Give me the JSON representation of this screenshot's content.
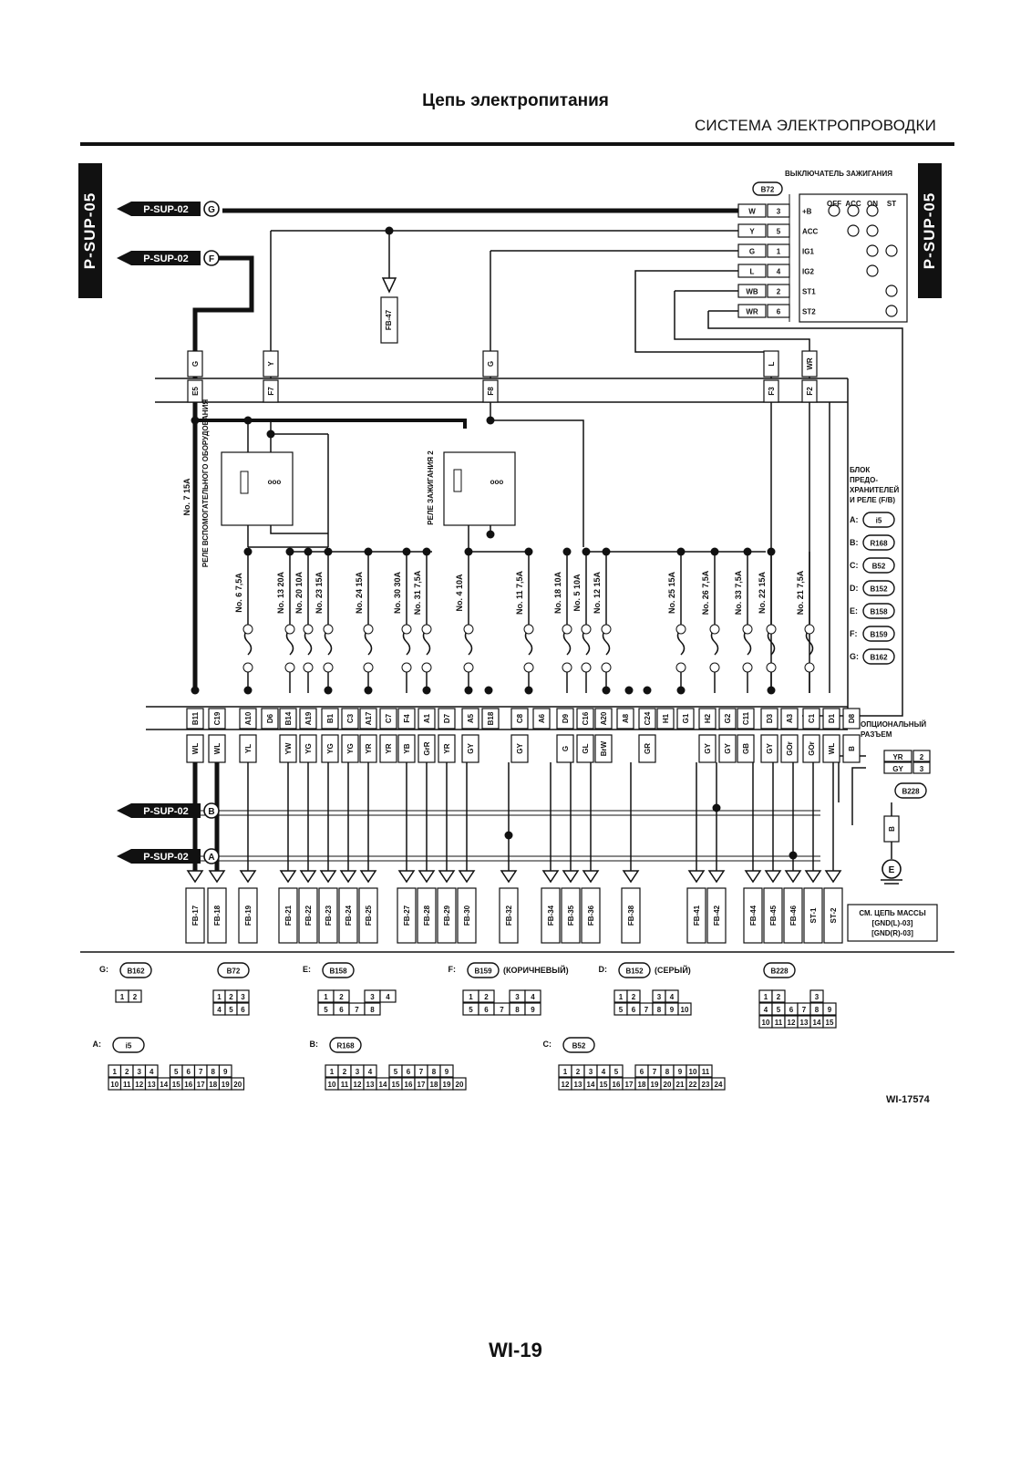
{
  "header": {
    "title": "Цепь электропитания",
    "subtitle": "СИСТЕМА ЭЛЕКТРОПРОВОДКИ"
  },
  "side_tab": "P-SUP-05",
  "page_number": "WI-19",
  "figure_id": "WI-17574",
  "inputs": {
    "g": "P-SUP-02",
    "f": "P-SUP-02",
    "b": "P-SUP-02",
    "a": "P-SUP-02"
  },
  "input_letters": {
    "g": "G",
    "f": "F",
    "b": "B",
    "a": "A"
  },
  "fb47": "FB-47",
  "ignition_switch": {
    "title": "ВЫКЛЮЧАТЕЛЬ ЗАЖИГАНИЯ",
    "connector": "B72",
    "columns": [
      "OFF",
      "ACC",
      "ON",
      "ST"
    ],
    "rows": [
      {
        "color": "W",
        "pin": "3",
        "term": "+B"
      },
      {
        "color": "Y",
        "pin": "5",
        "term": "ACC"
      },
      {
        "color": "G",
        "pin": "1",
        "term": "IG1"
      },
      {
        "color": "L",
        "pin": "4",
        "term": "IG2"
      },
      {
        "color": "WB",
        "pin": "2",
        "term": "ST1"
      },
      {
        "color": "WR",
        "pin": "6",
        "term": "ST2"
      }
    ]
  },
  "top_pins": [
    {
      "color": "G",
      "pin": "E5"
    },
    {
      "color": "Y",
      "pin": "F7"
    },
    {
      "color": "G",
      "pin": "F8"
    },
    {
      "color": "L",
      "pin": "F3"
    },
    {
      "color": "WR",
      "pin": "F2"
    }
  ],
  "relays": {
    "acc": "РЕЛЕ ВСПОМОГАТЕЛЬНОГО ОБОРУДОВАНИЯ",
    "ign": "РЕЛЕ ЗАЖИГАНИЯ 2",
    "fuse7": "No. 7 15A"
  },
  "fuses": [
    "No. 6 7,5A",
    "No. 13 20A",
    "No. 20 10A",
    "No. 23 15A",
    "No. 24 15A",
    "No. 30 30A",
    "No. 31 7,5A",
    "No. 4 10A",
    "No. 11 7,5A",
    "No. 18 10A",
    "No. 5 10A",
    "No. 12 15A",
    "No. 25 15A",
    "No. 26 7,5A",
    "No. 33 7,5A",
    "No. 22 15A",
    "No. 21 7,5A"
  ],
  "fb_block": {
    "title_lines": [
      "БЛОК",
      "ПРЕДО-",
      "ХРАНИТЕЛЕЙ",
      "И РЕЛЕ (F/B)"
    ],
    "connectors": [
      {
        "letter": "A:",
        "code": "i5"
      },
      {
        "letter": "B:",
        "code": "R168"
      },
      {
        "letter": "C:",
        "code": "B52"
      },
      {
        "letter": "D:",
        "code": "B152"
      },
      {
        "letter": "E:",
        "code": "B158"
      },
      {
        "letter": "F:",
        "code": "B159"
      },
      {
        "letter": "G:",
        "code": "B162"
      }
    ]
  },
  "bottom_pins": [
    {
      "pin": "B11",
      "color": "WL"
    },
    {
      "pin": "C19",
      "color": "WL"
    },
    {
      "pin": "A10",
      "color": "YL"
    },
    {
      "pin": "D6",
      "color": ""
    },
    {
      "pin": "B14",
      "color": "YW"
    },
    {
      "pin": "A19",
      "color": "YG"
    },
    {
      "pin": "B1",
      "color": "YG"
    },
    {
      "pin": "C3",
      "color": "YG"
    },
    {
      "pin": "A17",
      "color": "YR"
    },
    {
      "pin": "C7",
      "color": "YR"
    },
    {
      "pin": "F4",
      "color": "YB"
    },
    {
      "pin": "A1",
      "color": "GrR"
    },
    {
      "pin": "D7",
      "color": "YR"
    },
    {
      "pin": "A5",
      "color": "GY"
    },
    {
      "pin": "B18",
      "color": ""
    },
    {
      "pin": "C8",
      "color": "GY"
    },
    {
      "pin": "A6",
      "color": ""
    },
    {
      "pin": "D9",
      "color": "G"
    },
    {
      "pin": "C16",
      "color": "GL"
    },
    {
      "pin": "A20",
      "color": "BrW"
    },
    {
      "pin": "A8",
      "color": ""
    },
    {
      "pin": "C24",
      "color": "GR"
    },
    {
      "pin": "H1",
      "color": ""
    },
    {
      "pin": "G1",
      "color": ""
    },
    {
      "pin": "H2",
      "color": "GY"
    },
    {
      "pin": "G2",
      "color": "GY"
    },
    {
      "pin": "C11",
      "color": "GB"
    },
    {
      "pin": "D3",
      "color": "GY"
    },
    {
      "pin": "A3",
      "color": "GOr"
    },
    {
      "pin": "C1",
      "color": "GOr"
    },
    {
      "pin": "D1",
      "color": "WL"
    },
    {
      "pin": "D8",
      "color": "B"
    }
  ],
  "outputs": [
    "FB-17",
    "FB-18",
    "FB-19",
    "FB-21",
    "FB-22",
    "FB-23",
    "FB-24",
    "FB-25",
    "FB-27",
    "FB-28",
    "FB-29",
    "FB-30",
    "FB-32",
    "FB-34",
    "FB-35",
    "FB-36",
    "FB-38",
    "FB-41",
    "FB-42",
    "FB-44",
    "FB-45",
    "FB-46",
    "ST-1",
    "ST-2"
  ],
  "optional_connector": {
    "title_lines": [
      "ОПЦИОНАЛЬНЫЙ",
      "РАЗЪЕМ"
    ],
    "rows": [
      {
        "color": "YR",
        "pin": "2"
      },
      {
        "color": "GY",
        "pin": "3"
      }
    ],
    "code": "B228"
  },
  "ground": {
    "wire": "B",
    "letter": "E",
    "note_lines": [
      "СМ. ЦЕПЬ МАССЫ",
      "[GND(L)-03]",
      "[GND(R)-03]"
    ]
  },
  "connector_views": {
    "g": {
      "prefix": "G:",
      "code": "B162",
      "suffix": ""
    },
    "b72": {
      "prefix": "",
      "code": "B72",
      "suffix": ""
    },
    "e": {
      "prefix": "E:",
      "code": "B158",
      "suffix": ""
    },
    "f": {
      "prefix": "F:",
      "code": "B159",
      "suffix": "(КОРИЧНЕВЫЙ)"
    },
    "d": {
      "prefix": "D:",
      "code": "B152",
      "suffix": "(СЕРЫЙ)"
    },
    "b228": {
      "prefix": "",
      "code": "B228",
      "suffix": ""
    },
    "a": {
      "prefix": "A:",
      "code": "i5",
      "suffix": ""
    },
    "b": {
      "prefix": "B:",
      "code": "R168",
      "suffix": ""
    },
    "c": {
      "prefix": "C:",
      "code": "B52",
      "suffix": ""
    }
  },
  "connector_pins": {
    "g": [
      [
        "1",
        "2"
      ]
    ],
    "b72": [
      [
        "1",
        "2",
        "3"
      ],
      [
        "4",
        "5",
        "6"
      ]
    ],
    "e": [
      [
        "1",
        "2",
        "",
        "3",
        "4"
      ],
      [
        "5",
        "6",
        "7",
        "8"
      ]
    ],
    "f": [
      [
        "1",
        "2",
        "",
        "3",
        "4"
      ],
      [
        "5",
        "6",
        "7",
        "8",
        "9"
      ]
    ],
    "d": [
      [
        "1",
        "2",
        "",
        "3",
        "4"
      ],
      [
        "5",
        "6",
        "7",
        "8",
        "9",
        "10"
      ]
    ],
    "b228": [
      [
        "1",
        "2",
        "",
        "",
        "3"
      ],
      [
        "4",
        "5",
        "6",
        "7",
        "8",
        "9"
      ],
      [
        "10",
        "11",
        "12",
        "13",
        "14",
        "15"
      ]
    ],
    "a": [
      [
        "1",
        "2",
        "3",
        "4",
        "",
        "5",
        "6",
        "7",
        "8",
        "9"
      ],
      [
        "10",
        "11",
        "12",
        "13",
        "14",
        "15",
        "16",
        "17",
        "18",
        "19",
        "20"
      ]
    ],
    "b": [
      [
        "1",
        "2",
        "3",
        "4",
        "",
        "5",
        "6",
        "7",
        "8",
        "9"
      ],
      [
        "10",
        "11",
        "12",
        "13",
        "14",
        "15",
        "16",
        "17",
        "18",
        "19",
        "20"
      ]
    ],
    "c": [
      [
        "1",
        "2",
        "3",
        "4",
        "5",
        "",
        "6",
        "7",
        "8",
        "9",
        "10",
        "11"
      ],
      [
        "12",
        "13",
        "14",
        "15",
        "16",
        "17",
        "18",
        "19",
        "20",
        "21",
        "22",
        "23",
        "24"
      ]
    ]
  }
}
